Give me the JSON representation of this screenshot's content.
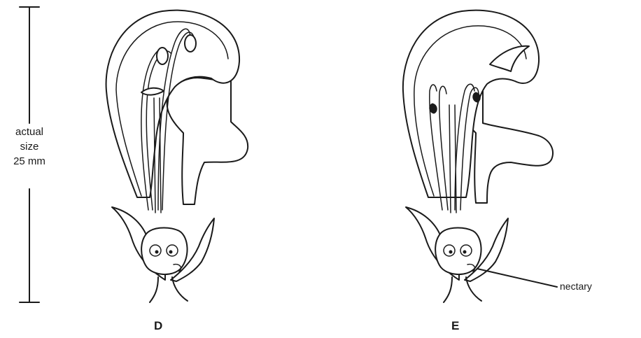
{
  "scale_bar": {
    "line1": "actual",
    "line2": "size",
    "line3": "25 mm"
  },
  "flowers": [
    {
      "label": "D"
    },
    {
      "label": "E"
    }
  ],
  "annotation": {
    "nectary": "nectary"
  },
  "colors": {
    "ink": "#1a1a1a",
    "watermark": "#e8323c"
  }
}
